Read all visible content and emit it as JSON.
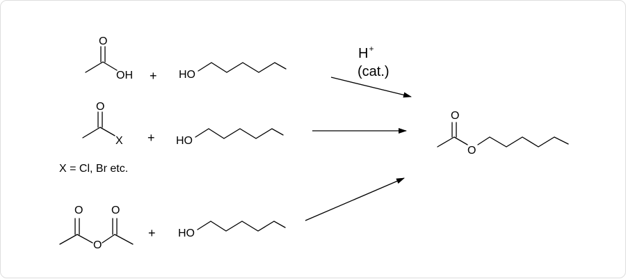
{
  "atoms": {
    "oxygen": "O",
    "hydroxyl_oh": "OH",
    "hydroxyl_ho": "HO",
    "halogen_x": "X"
  },
  "plus_sign": "+",
  "conditions": {
    "catalyst_main": "H",
    "catalyst_superscript": "+",
    "catalyst_note": "(cat.)"
  },
  "x_definition": "X = Cl, Br etc."
}
